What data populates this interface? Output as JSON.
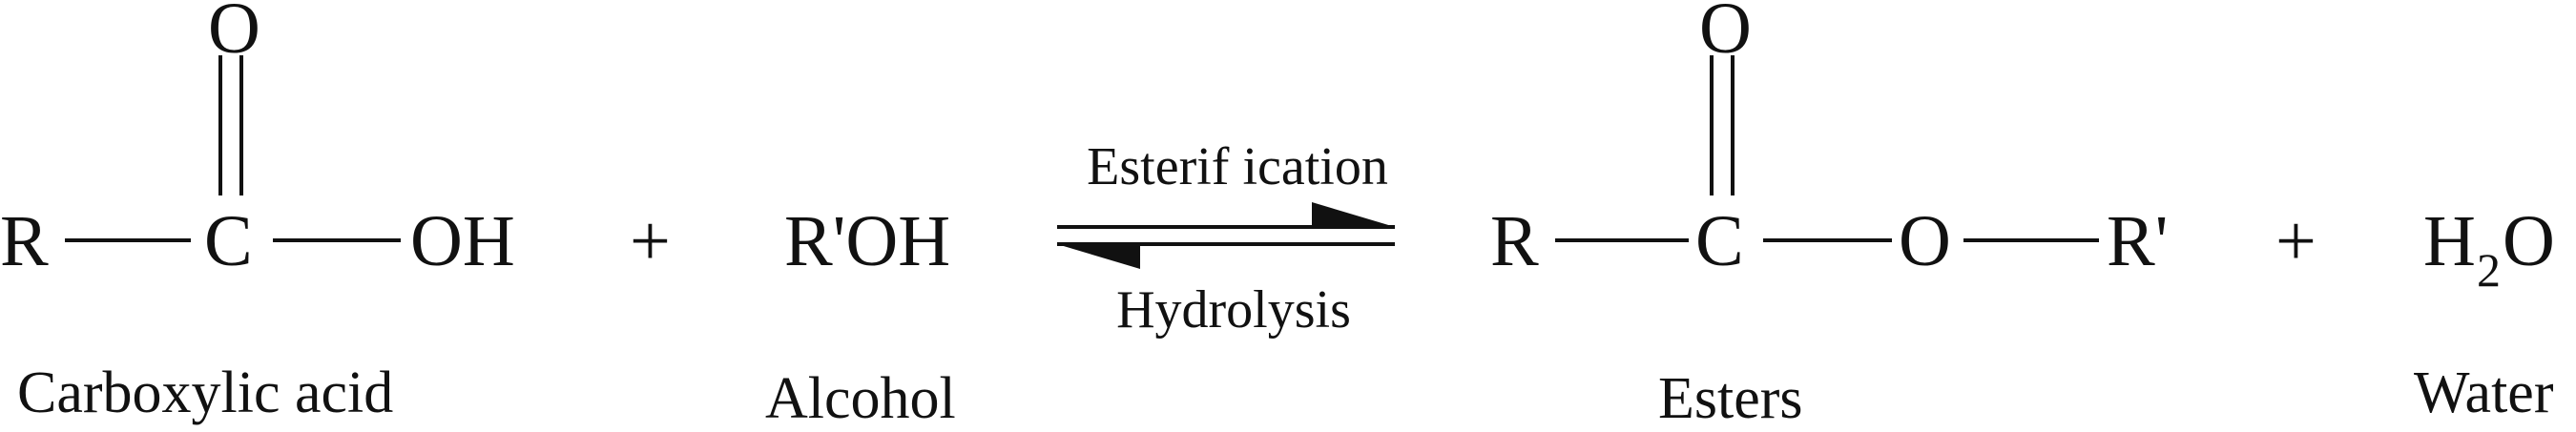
{
  "reactants": {
    "acid": {
      "r_group": "R",
      "carbon": "C",
      "carbonyl_oxygen": "O",
      "hydroxyl": "OH",
      "caption": "Carboxylic acid"
    },
    "plus": "+",
    "alcohol": {
      "formula": "R'OH",
      "caption": "Alcohol"
    }
  },
  "equilibrium": {
    "forward_label": "Esterif ication",
    "reverse_label": "Hydrolysis"
  },
  "products": {
    "ester": {
      "r_group": "R",
      "carbon": "C",
      "carbonyl_oxygen": "O",
      "ester_oxygen": "O",
      "r_prime_group": "R'",
      "caption": "Esters"
    },
    "plus": "+",
    "water": {
      "h": "H",
      "subscript": "2",
      "o": "O",
      "caption": "Water"
    }
  }
}
